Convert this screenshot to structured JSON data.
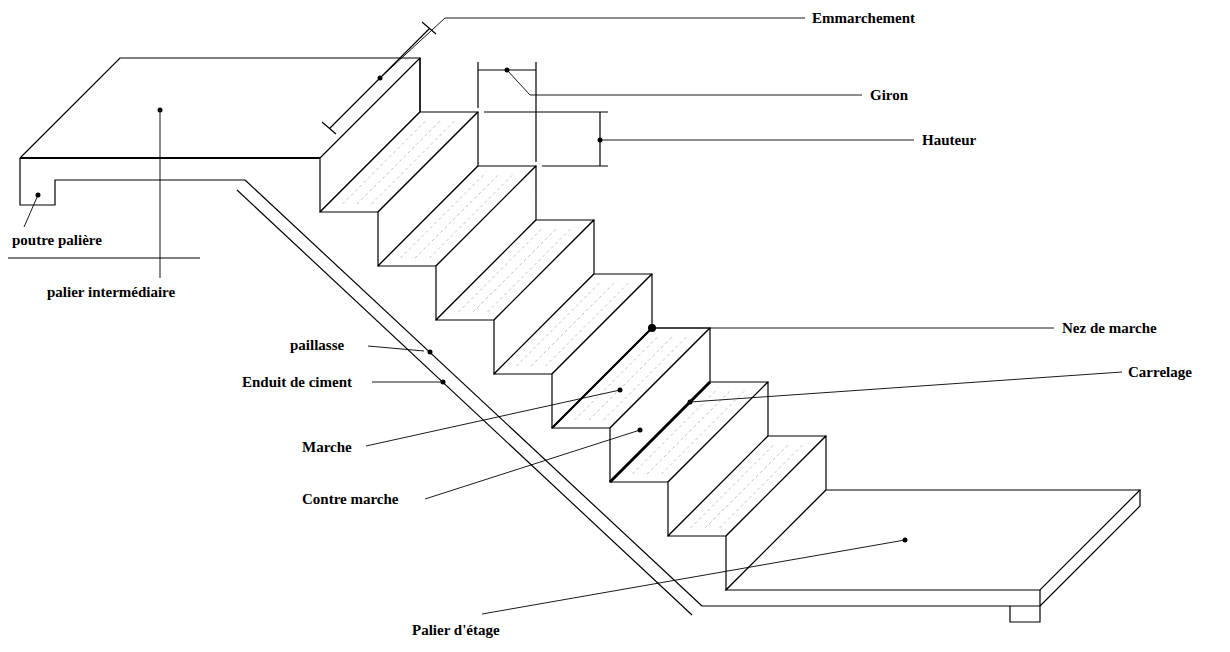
{
  "diagram": {
    "labels": [
      "Emmarchement",
      "Giron",
      "Hauteur",
      "poutre palière",
      "palier intermédiaire",
      "Nez de marche",
      "paillasse",
      "Enduit de ciment",
      "Carrelage",
      "Marche",
      "Contre marche",
      "Palier d'étage"
    ]
  }
}
